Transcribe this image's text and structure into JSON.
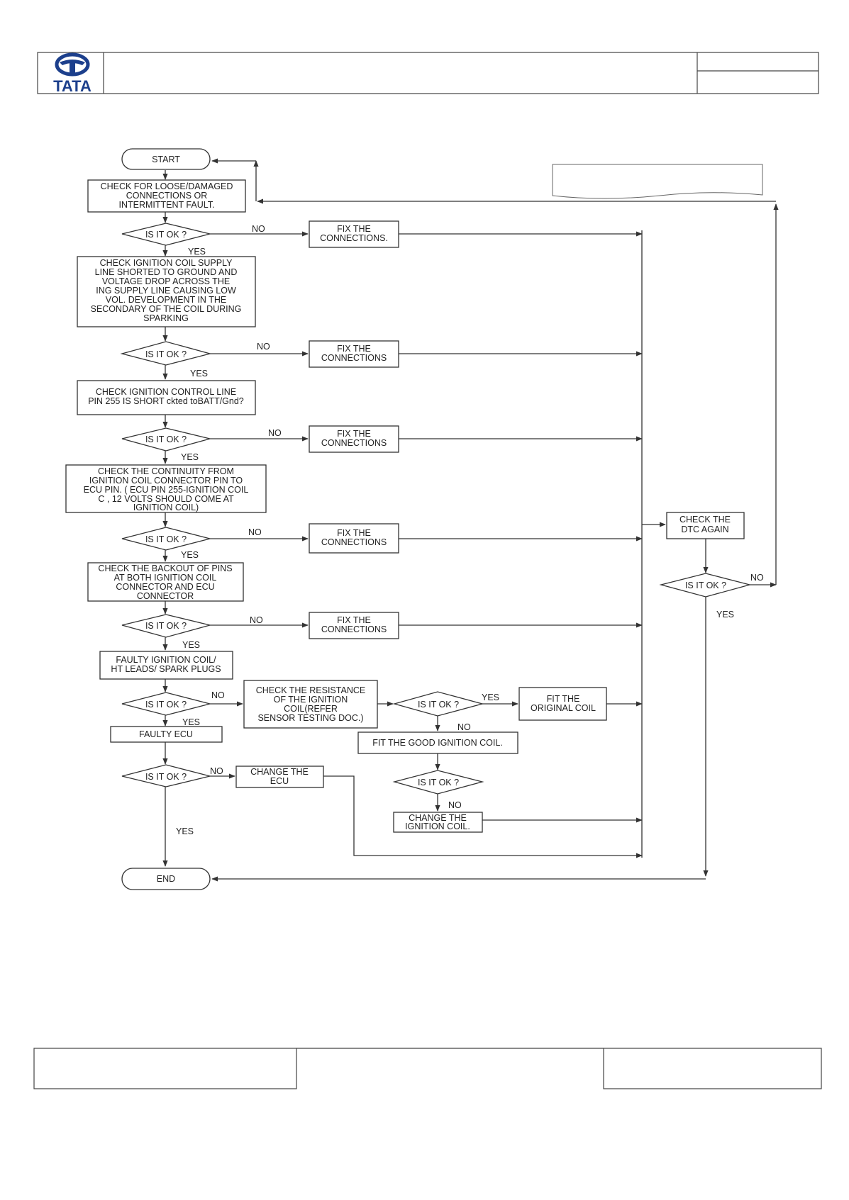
{
  "header": {
    "logo_text": "TATA"
  },
  "colors": {
    "line": "#333333",
    "logo": "#1c3f8c"
  },
  "flowchart": {
    "start": "START",
    "end": "END",
    "check_loose": [
      "CHECK FOR LOOSE/DAMAGED",
      "CONNECTIONS OR",
      "INTERMITTENT FAULT."
    ],
    "check_supply": [
      "CHECK IGNITION COIL SUPPLY",
      "LINE SHORTED TO GROUND AND",
      "VOLTAGE DROP ACROSS THE",
      "ING SUPPLY LINE CAUSING LOW",
      "VOL. DEVELOPMENT IN THE",
      "SECONDARY OF THE COIL DURING",
      "SPARKING"
    ],
    "check_control": [
      "CHECK IGNITION CONTROL LINE",
      "PIN 255 IS SHORT ckted toBATT/Gnd?"
    ],
    "check_continuity": [
      "CHECK THE  CONTINUITY FROM",
      "IGNITION COIL CONNECTOR PIN TO",
      "ECU PIN. ( ECU PIN  255-IGNITION COIL",
      "C , 12 VOLTS SHOULD COME AT",
      "IGNITION COIL)"
    ],
    "check_backout": [
      "CHECK THE BACKOUT OF PINS",
      "AT BOTH IGNITION COIL",
      "CONNECTOR AND ECU",
      "CONNECTOR"
    ],
    "faulty_coil": [
      "FAULTY IGNITION COIL/",
      "HT LEADS/ SPARK PLUGS"
    ],
    "faulty_ecu": "FAULTY ECU",
    "fix1": [
      "FIX THE",
      "CONNECTIONS."
    ],
    "fix": [
      "FIX THE",
      "CONNECTIONS"
    ],
    "check_resistance": [
      "CHECK THE RESISTANCE",
      "OF THE IGNITION",
      "COIL(REFER",
      "SENSOR TESTING DOC.)"
    ],
    "fit_original": [
      "FIT THE",
      "ORIGINAL COIL"
    ],
    "fit_good": "FIT THE GOOD IGNITION COIL.",
    "change_ecu": [
      "CHANGE THE",
      "ECU"
    ],
    "change_coil": [
      "CHANGE THE",
      "IGNITION COIL."
    ],
    "check_dtc": [
      "CHECK THE",
      "DTC AGAIN"
    ],
    "decision": "IS IT OK ?",
    "yes": "YES",
    "no": "NO"
  }
}
